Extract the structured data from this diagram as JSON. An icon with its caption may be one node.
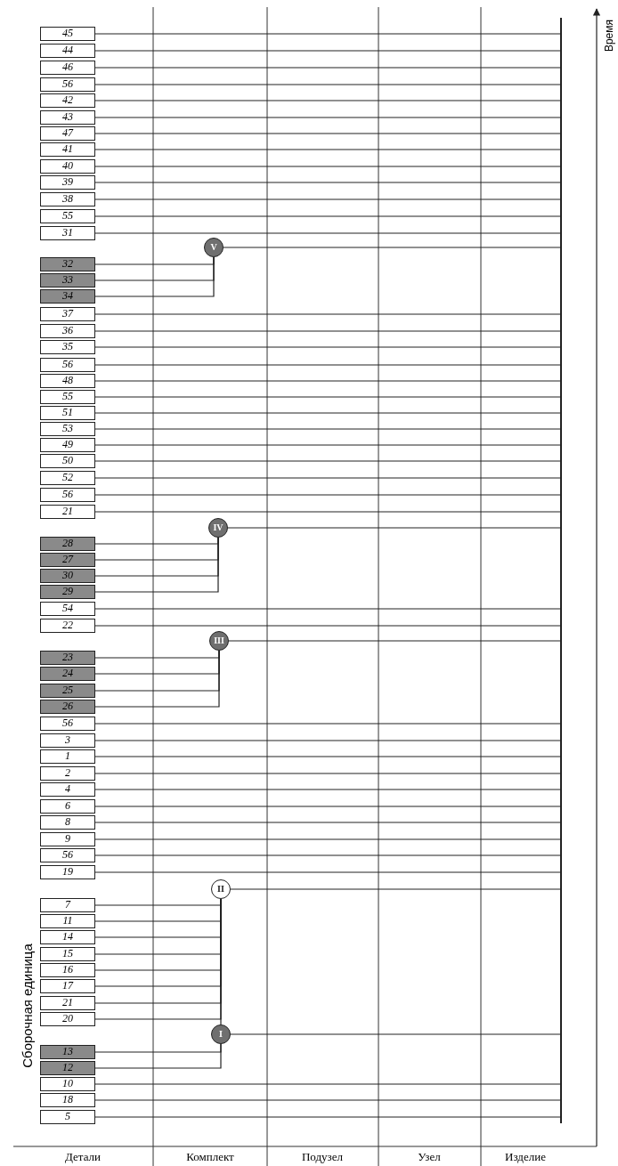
{
  "diagram": {
    "nodes": [
      {
        "text": [
          "5"
        ]
      },
      {
        "text": [
          "18"
        ]
      },
      {
        "text": [
          "10"
        ]
      },
      {
        "text": [
          "12"
        ]
      },
      {
        "text": [
          "13"
        ]
      },
      {
        "text": [
          "I"
        ]
      },
      {
        "text": [
          "20"
        ]
      },
      {
        "text": [
          "21"
        ]
      },
      {
        "text": [
          "17"
        ]
      },
      {
        "text": [
          "16"
        ]
      },
      {
        "text": [
          "15"
        ]
      },
      {
        "text": [
          "14"
        ]
      },
      {
        "text": [
          "11"
        ]
      },
      {
        "text": [
          "7"
        ]
      },
      {
        "text": [
          "II"
        ]
      },
      {
        "text": [
          "19"
        ]
      },
      {
        "text": [
          "56"
        ]
      },
      {
        "text": [
          "9"
        ]
      },
      {
        "text": [
          "8"
        ]
      },
      {
        "text": [
          "6"
        ]
      },
      {
        "text": [
          "4"
        ]
      },
      {
        "text": [
          "2"
        ]
      },
      {
        "text": [
          "1"
        ]
      },
      {
        "text": [
          "3"
        ]
      },
      {
        "text": [
          "56"
        ]
      },
      {
        "text": [
          "26"
        ]
      },
      {
        "text": [
          "25"
        ]
      },
      {
        "text": [
          "24"
        ]
      },
      {
        "text": [
          "23"
        ]
      },
      {
        "text": [
          "III"
        ]
      },
      {
        "text": [
          "22"
        ]
      },
      {
        "text": [
          "54"
        ]
      },
      {
        "text": [
          "29"
        ]
      },
      {
        "text": [
          "30"
        ]
      },
      {
        "text": [
          "27"
        ]
      },
      {
        "text": [
          "28"
        ]
      },
      {
        "text": [
          "IV"
        ]
      },
      {
        "text": [
          "21"
        ]
      },
      {
        "text": [
          "56"
        ]
      },
      {
        "text": [
          "52"
        ]
      },
      {
        "text": [
          "50"
        ]
      },
      {
        "text": [
          "49"
        ]
      },
      {
        "text": [
          "53"
        ]
      },
      {
        "text": [
          "51"
        ]
      },
      {
        "text": [
          "55"
        ]
      },
      {
        "text": [
          "48"
        ]
      },
      {
        "text": [
          "56"
        ]
      },
      {
        "text": [
          "35"
        ]
      },
      {
        "text": [
          "36"
        ]
      },
      {
        "text": [
          "37"
        ]
      },
      {
        "text": [
          "34"
        ]
      },
      {
        "text": [
          "33"
        ]
      },
      {
        "text": [
          "32"
        ]
      },
      {
        "text": [
          "V"
        ]
      },
      {
        "text": [
          "31"
        ]
      },
      {
        "text": [
          "55"
        ]
      },
      {
        "text": [
          "38"
        ]
      },
      {
        "text": [
          "39"
        ]
      },
      {
        "text": [
          "40"
        ]
      },
      {
        "text": [
          "41"
        ]
      },
      {
        "text": [
          "47"
        ]
      },
      {
        "text": [
          "43"
        ]
      },
      {
        "text": [
          "42"
        ]
      },
      {
        "text": [
          "56"
        ]
      },
      {
        "text": [
          "46"
        ]
      },
      {
        "text": [
          "44"
        ]
      },
      {
        "text": [
          "45"
        ]
      },
      {
        "text": [],
        "shape": "bar"
      }
    ],
    "edges": [
      {
        "from": 0,
        "to": 67,
        "arrow": "none"
      },
      {
        "from": 1,
        "to": 67,
        "arrow": "none"
      },
      {
        "from": 2,
        "to": 67,
        "arrow": "none"
      },
      {
        "from": 3,
        "to": 5,
        "arrow": "none"
      },
      {
        "from": 4,
        "to": 5,
        "arrow": "none"
      },
      {
        "from": 5,
        "to": 67,
        "arrow": "none"
      },
      {
        "from": 5,
        "to": 14,
        "arrow": "none"
      },
      {
        "from": 6,
        "to": 14,
        "arrow": "none"
      },
      {
        "from": 7,
        "to": 14,
        "arrow": "none"
      },
      {
        "from": 8,
        "to": 14,
        "arrow": "none"
      },
      {
        "from": 9,
        "to": 14,
        "arrow": "none"
      },
      {
        "from": 10,
        "to": 14,
        "arrow": "none"
      },
      {
        "from": 11,
        "to": 14,
        "arrow": "none"
      },
      {
        "from": 12,
        "to": 14,
        "arrow": "none"
      },
      {
        "from": 13,
        "to": 14,
        "arrow": "none"
      },
      {
        "from": 14,
        "to": 67,
        "arrow": "none"
      },
      {
        "from": 15,
        "to": 67,
        "arrow": "none"
      },
      {
        "from": 16,
        "to": 67,
        "arrow": "none"
      },
      {
        "from": 17,
        "to": 67,
        "arrow": "none"
      },
      {
        "from": 18,
        "to": 67,
        "arrow": "none"
      },
      {
        "from": 19,
        "to": 67,
        "arrow": "none"
      },
      {
        "from": 20,
        "to": 67,
        "arrow": "none"
      },
      {
        "from": 21,
        "to": 67,
        "arrow": "none"
      },
      {
        "from": 22,
        "to": 67,
        "arrow": "none"
      },
      {
        "from": 23,
        "to": 67,
        "arrow": "none"
      },
      {
        "from": 24,
        "to": 67,
        "arrow": "none"
      },
      {
        "from": 25,
        "to": 29,
        "arrow": "none"
      },
      {
        "from": 26,
        "to": 29,
        "arrow": "none"
      },
      {
        "from": 27,
        "to": 29,
        "arrow": "none"
      },
      {
        "from": 28,
        "to": 29,
        "arrow": "none"
      },
      {
        "from": 29,
        "to": 67,
        "arrow": "none"
      },
      {
        "from": 30,
        "to": 67,
        "arrow": "none"
      },
      {
        "from": 31,
        "to": 67,
        "arrow": "none"
      },
      {
        "from": 32,
        "to": 36,
        "arrow": "none"
      },
      {
        "from": 33,
        "to": 36,
        "arrow": "none"
      },
      {
        "from": 34,
        "to": 36,
        "arrow": "none"
      },
      {
        "from": 35,
        "to": 36,
        "arrow": "none"
      },
      {
        "from": 36,
        "to": 67,
        "arrow": "none"
      },
      {
        "from": 37,
        "to": 67,
        "arrow": "none"
      },
      {
        "from": 38,
        "to": 67,
        "arrow": "none"
      },
      {
        "from": 39,
        "to": 67,
        "arrow": "none"
      },
      {
        "from": 40,
        "to": 67,
        "arrow": "none"
      },
      {
        "from": 41,
        "to": 67,
        "arrow": "none"
      },
      {
        "from": 42,
        "to": 67,
        "arrow": "none"
      },
      {
        "from": 43,
        "to": 67,
        "arrow": "none"
      },
      {
        "from": 44,
        "to": 67,
        "arrow": "none"
      },
      {
        "from": 45,
        "to": 67,
        "arrow": "none"
      },
      {
        "from": 46,
        "to": 67,
        "arrow": "none"
      },
      {
        "from": 47,
        "to": 67,
        "arrow": "none"
      },
      {
        "from": 48,
        "to": 67,
        "arrow": "none"
      },
      {
        "from": 49,
        "to": 67,
        "arrow": "none"
      },
      {
        "from": 50,
        "to": 53,
        "arrow": "none"
      },
      {
        "from": 51,
        "to": 53,
        "arrow": "none"
      },
      {
        "from": 52,
        "to": 53,
        "arrow": "none"
      },
      {
        "from": 53,
        "to": 67,
        "arrow": "none"
      },
      {
        "from": 54,
        "to": 67,
        "arrow": "none"
      },
      {
        "from": 55,
        "to": 67,
        "arrow": "none"
      },
      {
        "from": 56,
        "to": 67,
        "arrow": "none"
      },
      {
        "from": 57,
        "to": 67,
        "arrow": "none"
      },
      {
        "from": 58,
        "to": 67,
        "arrow": "none"
      },
      {
        "from": 59,
        "to": 67,
        "arrow": "none"
      },
      {
        "from": 60,
        "to": 67,
        "arrow": "none"
      },
      {
        "from": 61,
        "to": 67,
        "arrow": "none"
      },
      {
        "from": 62,
        "to": 67,
        "arrow": "none"
      },
      {
        "from": 63,
        "to": 67,
        "arrow": "none"
      },
      {
        "from": 64,
        "to": 67,
        "arrow": "none"
      },
      {
        "from": 65,
        "to": 67,
        "arrow": "none"
      },
      {
        "from": 66,
        "to": 67,
        "arrow": "none"
      }
    ],
    "labels": [
      "Сборочная единица",
      "Детали",
      "Комплект",
      "Подузел",
      "Узел",
      "Изделие",
      "Время"
    ]
  }
}
